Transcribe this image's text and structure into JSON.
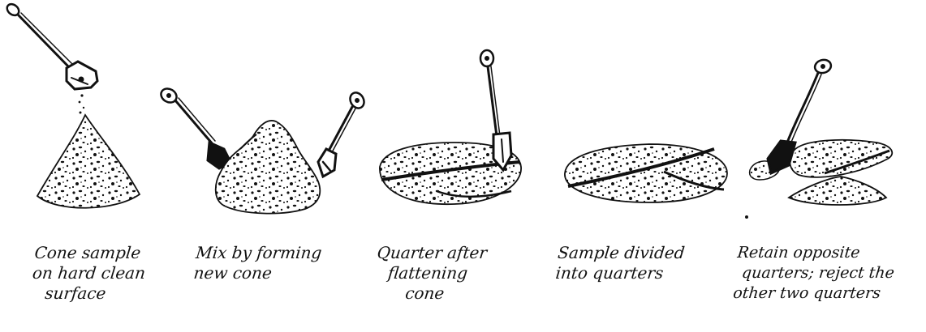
{
  "steps": [
    {
      "id": "cone-sample",
      "caption_lines": [
        "Cone sample",
        "on hard clean",
        "surface"
      ]
    },
    {
      "id": "mix-new-cone",
      "caption_lines": [
        "Mix by forming",
        "new cone"
      ]
    },
    {
      "id": "quarter-flattened",
      "caption_lines": [
        "Quarter after",
        "flattening",
        "cone"
      ]
    },
    {
      "id": "divided-quarters",
      "caption_lines": [
        "Sample divided",
        "into quarters"
      ]
    },
    {
      "id": "retain-opposite",
      "caption_lines": [
        "Retain opposite",
        "quarters; reject the",
        "other two quarters"
      ]
    }
  ],
  "colors": {
    "ink": "#111111",
    "paper": "#ffffff",
    "speckle": "#1a1a1a"
  },
  "icons": [
    "shovel-icon",
    "shovel-icon",
    "shovel-icon",
    "shovel-icon",
    "shovel-icon"
  ]
}
